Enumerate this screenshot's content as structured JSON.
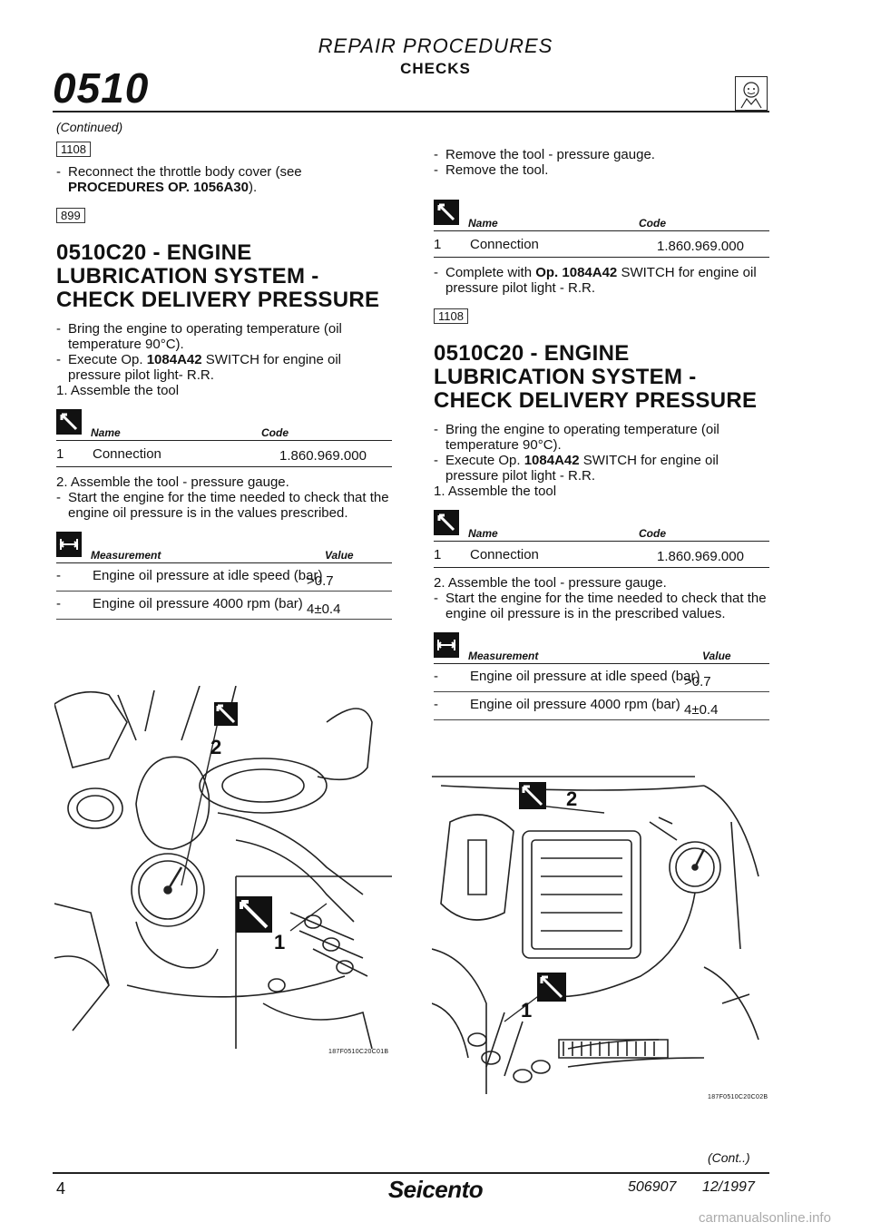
{
  "header": {
    "section_code": "0510",
    "title": "REPAIR PROCEDURES",
    "subtitle": "CHECKS",
    "continued": "(Continued)"
  },
  "left": {
    "ref1": "1108",
    "bullet1_a": "Reconnect the throttle body cover (see ",
    "bullet1_b": "PROCEDURES OP. 1056A30",
    "bullet1_c": ").",
    "ref2": "899",
    "heading": "0510C20 - ENGINE LUBRICATION SYSTEM - CHECK DELIVERY PRESSURE",
    "bullet2": "Bring the engine to operating temperature (oil temperature 90°C).",
    "bullet3_a": "Execute Op. ",
    "bullet3_b": "1084A42",
    "bullet3_c": " SWITCH for engine oil pressure pilot light- R.R.",
    "step1": "1. Assemble the tool",
    "tool_table": {
      "col_name": "Name",
      "col_code": "Code",
      "row_num": "1",
      "row_name": "Connection",
      "row_code": "1.860.969.000"
    },
    "step2": "2. Assemble the tool - pressure gauge.",
    "bullet4": "Start the engine for the time needed to check that the engine oil pressure is in the values prescribed.",
    "meas_table": {
      "col_measurement": "Measurement",
      "col_value": "Value",
      "rows": [
        {
          "label": "Engine oil pressure at idle speed (bar)",
          "value": ">0.7"
        },
        {
          "label": "Engine oil pressure 4000 rpm (bar)",
          "value": "4±0.4"
        }
      ]
    },
    "figure_id": "187F0510C20C01B",
    "callout_2": "2",
    "callout_1": "1"
  },
  "right": {
    "bullet1": "Remove the tool - pressure gauge.",
    "bullet2": "Remove the tool.",
    "tool_table": {
      "col_name": "Name",
      "col_code": "Code",
      "row_num": "1",
      "row_name": "Connection",
      "row_code": "1.860.969.000"
    },
    "bullet3_a": "Complete with ",
    "bullet3_b": "Op. 1084A42",
    "bullet3_c": " SWITCH for engine oil pressure pilot light - R.R.",
    "ref1": "1108",
    "heading": "0510C20 - ENGINE LUBRICATION SYSTEM - CHECK DELIVERY PRESSURE",
    "bullet4": "Bring the engine to operating temperature (oil temperature 90°C).",
    "bullet5_a": "Execute Op. ",
    "bullet5_b": "1084A42",
    "bullet5_c": " SWITCH for engine oil pressure pilot light - R.R.",
    "step1": "1. Assemble the tool",
    "tool_table2": {
      "col_name": "Name",
      "col_code": "Code",
      "row_num": "1",
      "row_name": "Connection",
      "row_code": "1.860.969.000"
    },
    "step2": "2. Assemble the tool - pressure gauge.",
    "bullet6": "Start the engine for the time needed to check that the engine oil pressure is in the prescribed values.",
    "meas_table": {
      "col_measurement": "Measurement",
      "col_value": "Value",
      "rows": [
        {
          "label": "Engine oil pressure at idle speed (bar)",
          "value": ">0.7"
        },
        {
          "label": "Engine oil pressure 4000 rpm (bar)",
          "value": "4±0.4"
        }
      ]
    },
    "figure_id": "187F0510C20C02B",
    "callout_2": "2",
    "callout_1": "1"
  },
  "footer": {
    "cont": "(Cont..)",
    "page_number": "4",
    "brand": "Seicento",
    "doc_number": "506907",
    "doc_date": "12/1997",
    "watermark": "carmanualsonline.info"
  }
}
